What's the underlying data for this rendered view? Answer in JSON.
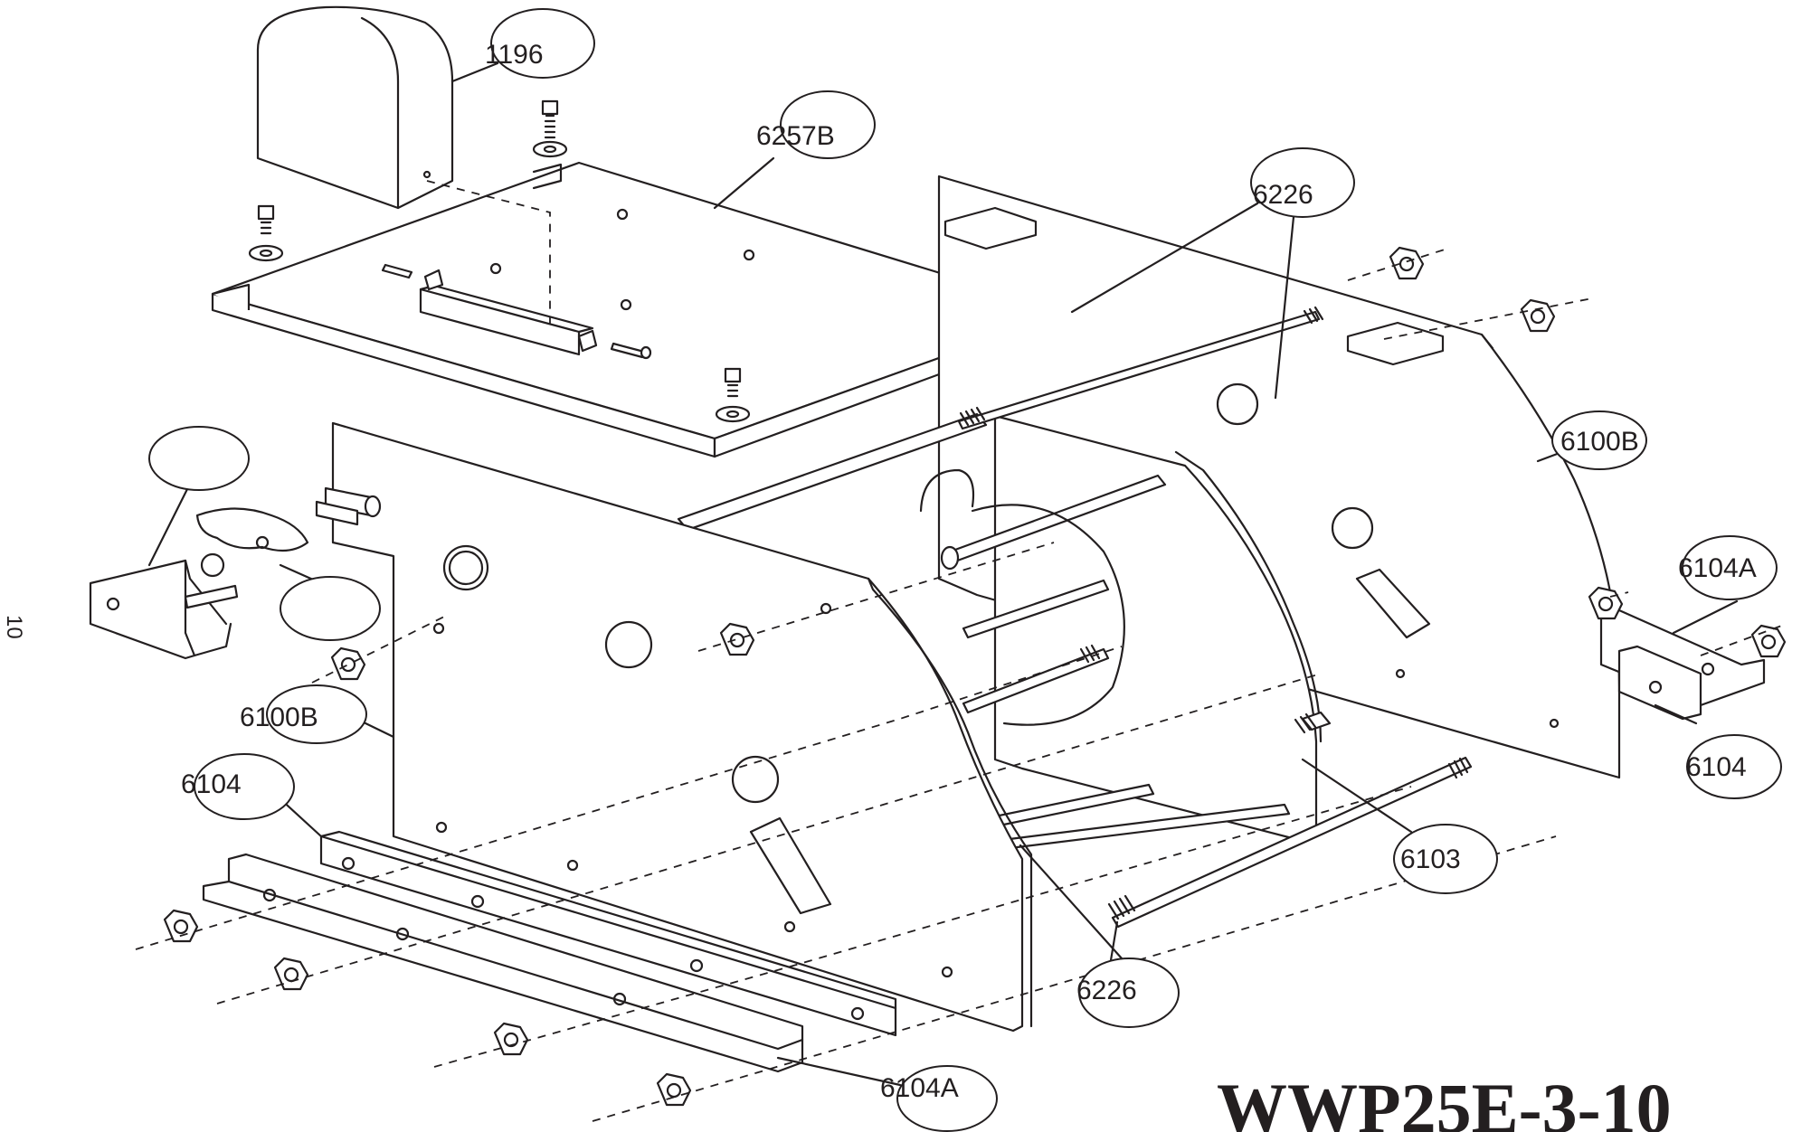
{
  "drawing_title": "WWP25E-3-10",
  "page_number": "10",
  "callouts": [
    {
      "id": "label-1196",
      "text": "1196"
    },
    {
      "id": "label-6257b",
      "text": "6257B"
    },
    {
      "id": "label-6226-top",
      "text": "6226"
    },
    {
      "id": "label-6100b-right",
      "text": "6100B"
    },
    {
      "id": "label-6104a-right",
      "text": "6104A"
    },
    {
      "id": "label-6104-right",
      "text": "6104"
    },
    {
      "id": "label-6103",
      "text": "6103"
    },
    {
      "id": "label-6226-bottom",
      "text": "6226"
    },
    {
      "id": "label-6104a-bottom",
      "text": "6104A"
    },
    {
      "id": "label-6100b-left",
      "text": "6100B"
    },
    {
      "id": "label-6104-left",
      "text": "6104"
    },
    {
      "id": "label-blank-1",
      "text": ""
    },
    {
      "id": "label-blank-2",
      "text": ""
    }
  ]
}
